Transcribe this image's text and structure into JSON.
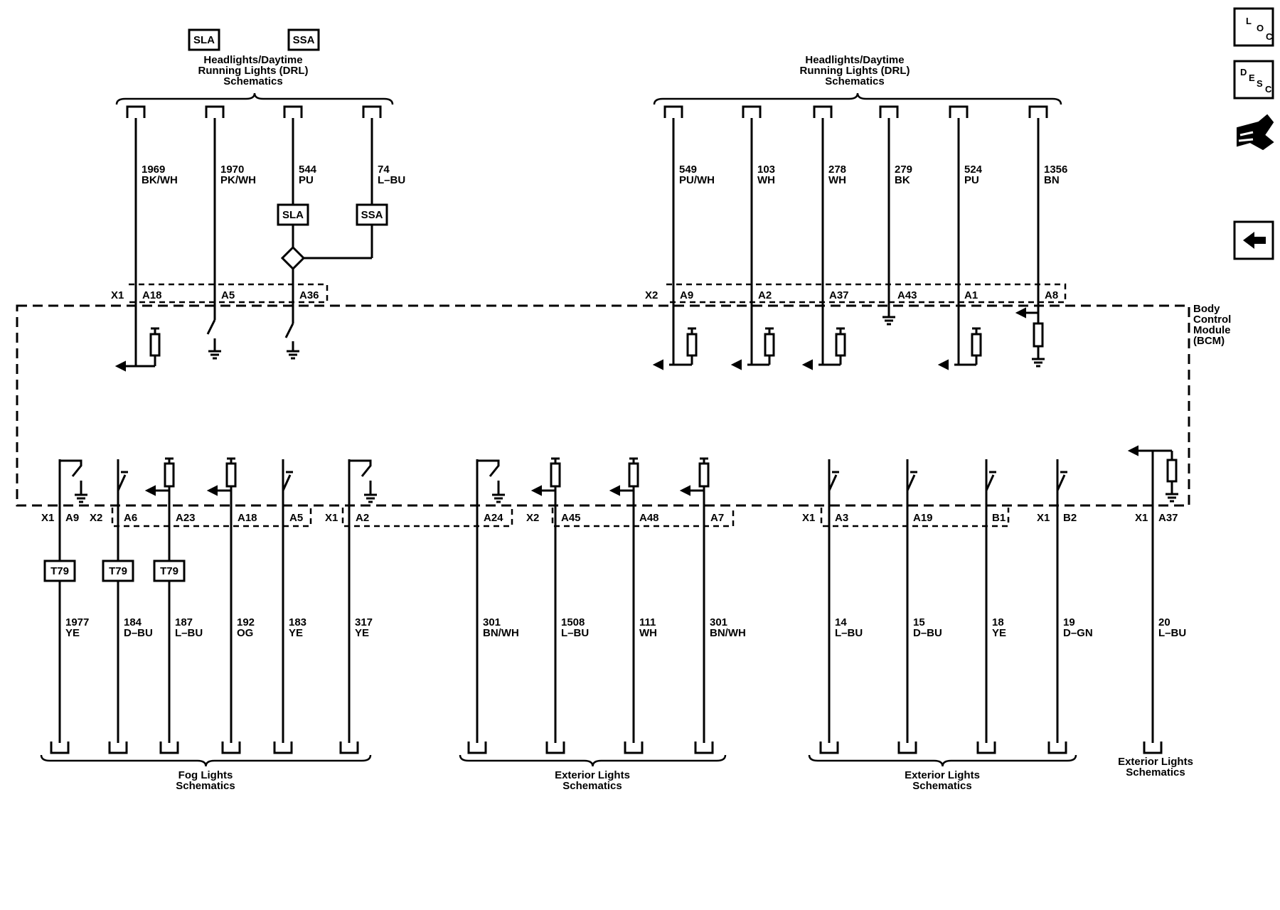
{
  "icons": [
    {
      "name": "loc-icon",
      "top": "L",
      "mid": "O",
      "bot": "C"
    },
    {
      "name": "desc-icon",
      "top": "D",
      "mid": "E",
      "mid2": "S",
      "bot": "C"
    }
  ],
  "legend_tags": [
    "SLA",
    "SSA"
  ],
  "module_label": [
    "Body",
    "Control",
    "Module",
    "(BCM)"
  ],
  "top_left_caption": [
    "Headlights/Daytime",
    "Running Lights (DRL)",
    "Schematics"
  ],
  "top_right_caption": [
    "Headlights/Daytime",
    "Running Lights (DRL)",
    "Schematics"
  ],
  "bottom_captions": [
    {
      "lines": [
        "Fog Lights",
        "Schematics"
      ]
    },
    {
      "lines": [
        "Exterior Lights",
        "Schematics"
      ]
    },
    {
      "lines": [
        "Exterior Lights",
        "Schematics"
      ]
    },
    {
      "lines": [
        "Exterior Lights",
        "Schematics"
      ]
    }
  ],
  "top_connectors": [
    {
      "label": "X1",
      "pins": [
        "A18",
        "A5",
        "A36"
      ]
    },
    {
      "label": "X2",
      "pins": [
        "A9",
        "A2",
        "A37",
        "A43",
        "A1",
        "A8"
      ]
    }
  ],
  "top_wires": [
    {
      "circuit": "1969",
      "color": "BK/WH"
    },
    {
      "circuit": "1970",
      "color": "PK/WH"
    },
    {
      "circuit": "544",
      "color": "PU",
      "tag": "SLA"
    },
    {
      "circuit": "74",
      "color": "L–BU",
      "tag": "SSA"
    },
    {
      "circuit": "549",
      "color": "PU/WH"
    },
    {
      "circuit": "103",
      "color": "WH"
    },
    {
      "circuit": "278",
      "color": "WH"
    },
    {
      "circuit": "279",
      "color": "BK"
    },
    {
      "circuit": "524",
      "color": "PU"
    },
    {
      "circuit": "1356",
      "color": "BN"
    }
  ],
  "bottom_connectors": [
    {
      "label": "X1",
      "pins": [
        "A9"
      ]
    },
    {
      "label": "X2",
      "pins": [
        "A6",
        "A23",
        "A18",
        "A5"
      ]
    },
    {
      "label": "X1",
      "pins": [
        "A2",
        "A24"
      ]
    },
    {
      "label": "X2",
      "pins": [
        "A45",
        "A48",
        "A7"
      ]
    },
    {
      "label": "X1",
      "pins": [
        "A3",
        "A19",
        "B1"
      ]
    },
    {
      "label": "X1",
      "pins": [
        "B2"
      ]
    },
    {
      "label": "X1",
      "pins": [
        "A37"
      ]
    }
  ],
  "bottom_wires": [
    {
      "circuit": "1977",
      "color": "YE",
      "tag": "T79"
    },
    {
      "circuit": "184",
      "color": "D–BU",
      "tag": "T79"
    },
    {
      "circuit": "187",
      "color": "L–BU",
      "tag": "T79"
    },
    {
      "circuit": "192",
      "color": "OG"
    },
    {
      "circuit": "183",
      "color": "YE"
    },
    {
      "circuit": "317",
      "color": "YE"
    },
    {
      "circuit": "301",
      "color": "BN/WH"
    },
    {
      "circuit": "1508",
      "color": "L–BU"
    },
    {
      "circuit": "111",
      "color": "WH"
    },
    {
      "circuit": "301",
      "color": "BN/WH"
    },
    {
      "circuit": "14",
      "color": "L–BU"
    },
    {
      "circuit": "15",
      "color": "D–BU"
    },
    {
      "circuit": "18",
      "color": "YE"
    },
    {
      "circuit": "19",
      "color": "D–GN"
    },
    {
      "circuit": "20",
      "color": "L–BU"
    }
  ],
  "nav": {
    "tools_icon": "hand-wrench-icon",
    "back_icon": "back-arrow-icon"
  }
}
